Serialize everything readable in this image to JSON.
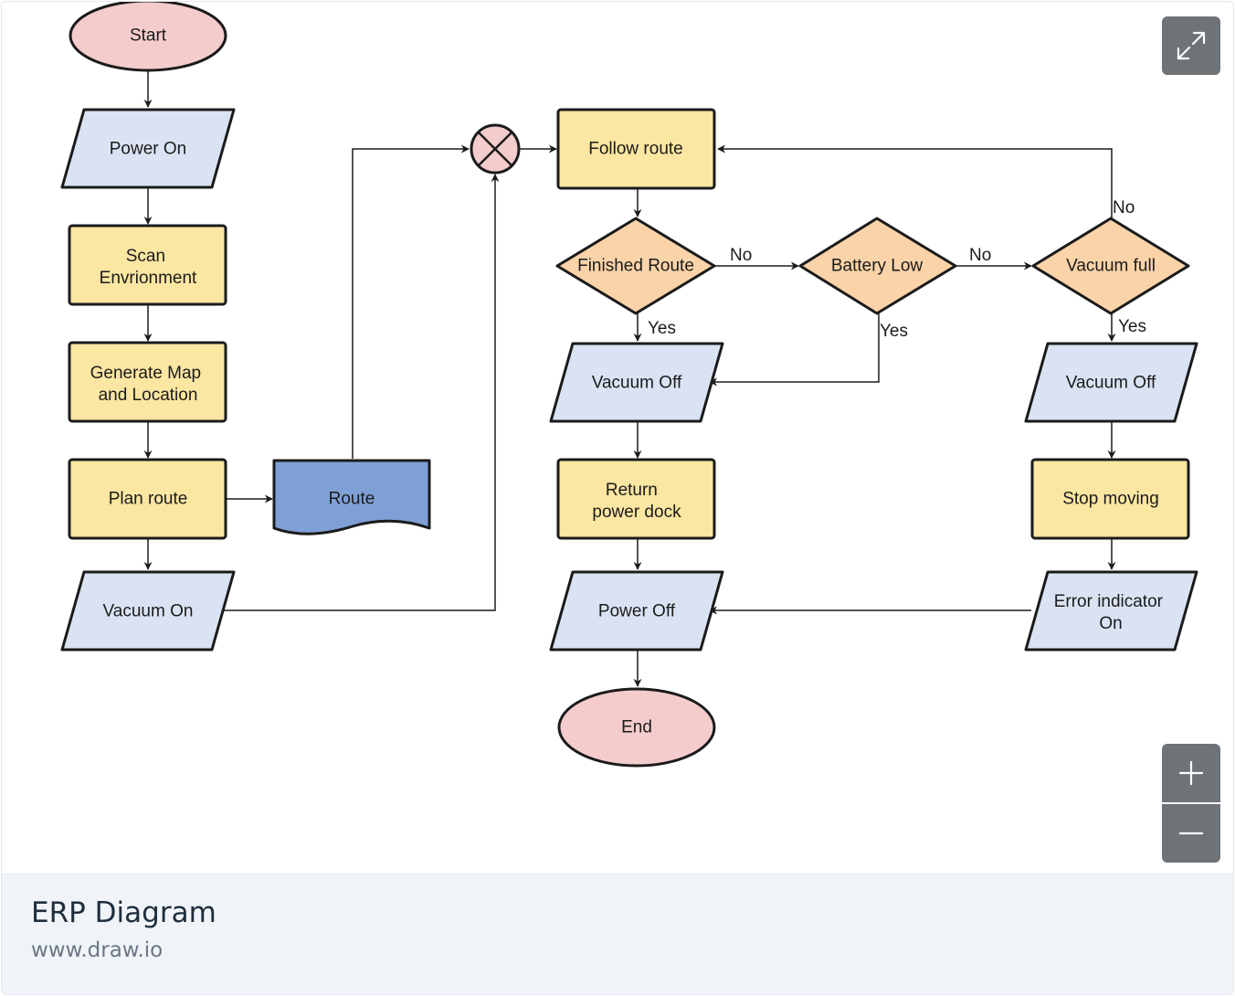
{
  "diagram": {
    "nodes": {
      "start": {
        "label": "Start",
        "kind": "terminal"
      },
      "power_on": {
        "label": "Power On",
        "kind": "io"
      },
      "scan_env": {
        "lines": [
          "Scan",
          "Envrionment"
        ],
        "kind": "process"
      },
      "gen_map": {
        "lines": [
          "Generate Map",
          "and Location"
        ],
        "kind": "process"
      },
      "plan_route": {
        "label": "Plan route",
        "kind": "process"
      },
      "route_doc": {
        "label": "Route",
        "kind": "document"
      },
      "vacuum_on": {
        "label": "Vacuum On",
        "kind": "io"
      },
      "junction": {
        "kind": "summing-junction"
      },
      "follow_route": {
        "label": "Follow route",
        "kind": "process"
      },
      "finished_route": {
        "label": "Finished Route",
        "kind": "decision"
      },
      "battery_low": {
        "label": "Battery Low",
        "kind": "decision"
      },
      "vacuum_full": {
        "label": "Vacuum full",
        "kind": "decision"
      },
      "vacuum_off_1": {
        "label": "Vacuum Off",
        "kind": "io"
      },
      "vacuum_off_2": {
        "label": "Vacuum Off",
        "kind": "io"
      },
      "return_dock": {
        "lines": [
          "Return",
          "power dock"
        ],
        "kind": "process"
      },
      "stop_moving": {
        "label": "Stop moving",
        "kind": "process"
      },
      "power_off": {
        "label": "Power Off",
        "kind": "io"
      },
      "error_indicator": {
        "lines": [
          "Error indicator",
          "On"
        ],
        "kind": "io"
      },
      "end": {
        "label": "End",
        "kind": "terminal"
      }
    },
    "edge_labels": {
      "finished_no": "No",
      "finished_yes": "Yes",
      "battery_no": "No",
      "battery_yes": "Yes",
      "vacuum_full_no": "No",
      "vacuum_full_yes": "Yes"
    },
    "colors": {
      "terminal": "#f4cccc",
      "io": "#dae3f3",
      "process": "#fbe6a2",
      "decision": "#fad3a8",
      "document": "#7ea0d6",
      "junction": "#f4cccc",
      "stroke": "#1b1b1b"
    }
  },
  "controls": {
    "expand_icon": "expand-arrows-icon",
    "zoom_in_icon": "plus-icon",
    "zoom_out_icon": "minus-icon"
  },
  "footer": {
    "title": "ERP Diagram",
    "source": "www.draw.io"
  }
}
